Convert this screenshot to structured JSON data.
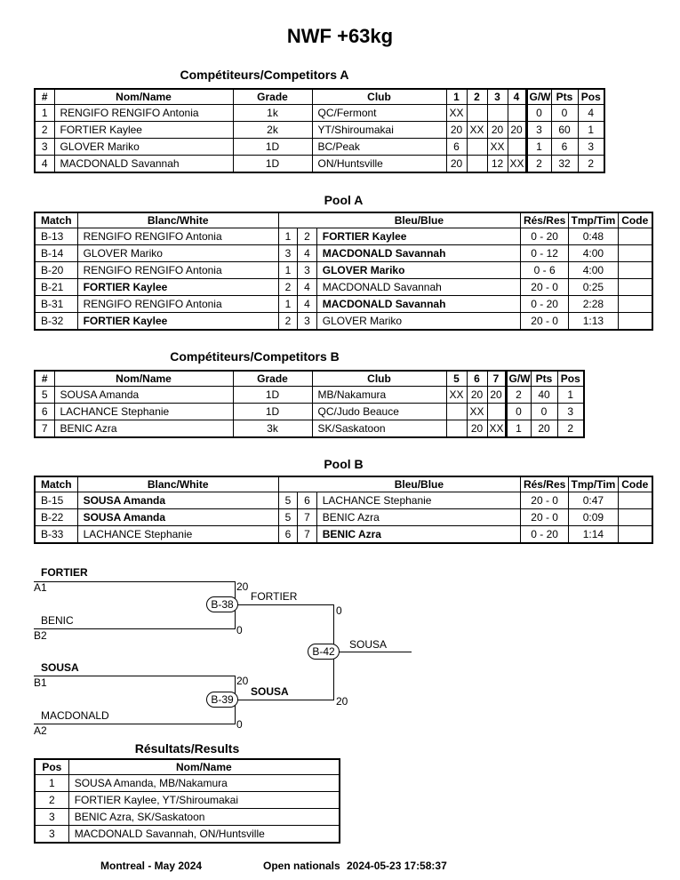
{
  "title": "NWF +63kg",
  "competitors_a": {
    "title": "Compétiteurs/Competitors A",
    "headers": [
      "#",
      "Nom/Name",
      "Grade",
      "Club",
      "1",
      "2",
      "3",
      "4",
      "G/W",
      "Pts",
      "Pos"
    ],
    "rows": [
      [
        "1",
        "RENGIFO RENGIFO Antonia",
        "1k",
        "QC/Fermont",
        "XX",
        "",
        "",
        "",
        "0",
        "0",
        "4"
      ],
      [
        "2",
        "FORTIER Kaylee",
        "2k",
        "YT/Shiroumakai",
        "20",
        "XX",
        "20",
        "20",
        "3",
        "60",
        "1"
      ],
      [
        "3",
        "GLOVER Mariko",
        "1D",
        "BC/Peak",
        "6",
        "",
        "XX",
        "",
        "1",
        "6",
        "3"
      ],
      [
        "4",
        "MACDONALD Savannah",
        "1D",
        "ON/Huntsville",
        "20",
        "",
        "12",
        "XX",
        "2",
        "32",
        "2"
      ]
    ]
  },
  "pool_a": {
    "title": "Pool A",
    "headers": [
      "Match",
      "Blanc/White",
      "Bleu/Blue",
      "Rés/Res",
      "Tmp/Tim",
      "Code"
    ],
    "rows": [
      {
        "match": "B-13",
        "white": "RENGIFO RENGIFO Antonia",
        "w_bold": false,
        "wn": "1",
        "bn": "2",
        "blue": "FORTIER Kaylee",
        "b_bold": true,
        "res": "0 - 20",
        "time": "0:48",
        "code": ""
      },
      {
        "match": "B-14",
        "white": "GLOVER Mariko",
        "w_bold": false,
        "wn": "3",
        "bn": "4",
        "blue": "MACDONALD Savannah",
        "b_bold": true,
        "res": "0 - 12",
        "time": "4:00",
        "code": ""
      },
      {
        "match": "B-20",
        "white": "RENGIFO RENGIFO Antonia",
        "w_bold": false,
        "wn": "1",
        "bn": "3",
        "blue": "GLOVER Mariko",
        "b_bold": true,
        "res": "0 - 6",
        "time": "4:00",
        "code": ""
      },
      {
        "match": "B-21",
        "white": "FORTIER Kaylee",
        "w_bold": true,
        "wn": "2",
        "bn": "4",
        "blue": "MACDONALD Savannah",
        "b_bold": false,
        "res": "20 - 0",
        "time": "0:25",
        "code": ""
      },
      {
        "match": "B-31",
        "white": "RENGIFO RENGIFO Antonia",
        "w_bold": false,
        "wn": "1",
        "bn": "4",
        "blue": "MACDONALD Savannah",
        "b_bold": true,
        "res": "0 - 20",
        "time": "2:28",
        "code": ""
      },
      {
        "match": "B-32",
        "white": "FORTIER Kaylee",
        "w_bold": true,
        "wn": "2",
        "bn": "3",
        "blue": "GLOVER Mariko",
        "b_bold": false,
        "res": "20 - 0",
        "time": "1:13",
        "code": ""
      }
    ]
  },
  "competitors_b": {
    "title": "Compétiteurs/Competitors B",
    "headers": [
      "#",
      "Nom/Name",
      "Grade",
      "Club",
      "5",
      "6",
      "7",
      "G/W",
      "Pts",
      "Pos"
    ],
    "rows": [
      [
        "5",
        "SOUSA Amanda",
        "1D",
        "MB/Nakamura",
        "XX",
        "20",
        "20",
        "2",
        "40",
        "1"
      ],
      [
        "6",
        "LACHANCE Stephanie",
        "1D",
        "QC/Judo Beauce",
        "",
        "XX",
        "",
        "0",
        "0",
        "3"
      ],
      [
        "7",
        "BENIC Azra",
        "3k",
        "SK/Saskatoon",
        "",
        "20",
        "XX",
        "1",
        "20",
        "2"
      ]
    ]
  },
  "pool_b": {
    "title": "Pool B",
    "headers": [
      "Match",
      "Blanc/White",
      "Bleu/Blue",
      "Rés/Res",
      "Tmp/Tim",
      "Code"
    ],
    "rows": [
      {
        "match": "B-15",
        "white": "SOUSA Amanda",
        "w_bold": true,
        "wn": "5",
        "bn": "6",
        "blue": "LACHANCE Stephanie",
        "b_bold": false,
        "res": "20 - 0",
        "time": "0:47",
        "code": ""
      },
      {
        "match": "B-22",
        "white": "SOUSA Amanda",
        "w_bold": true,
        "wn": "5",
        "bn": "7",
        "blue": "BENIC Azra",
        "b_bold": false,
        "res": "20 - 0",
        "time": "0:09",
        "code": ""
      },
      {
        "match": "B-33",
        "white": "LACHANCE Stephanie",
        "w_bold": false,
        "wn": "6",
        "bn": "7",
        "blue": "BENIC Azra",
        "b_bold": true,
        "res": "0 - 20",
        "time": "1:14",
        "code": ""
      }
    ]
  },
  "bracket": {
    "sf1": {
      "top_name": "FORTIER",
      "top_seed": "A1",
      "top_score": "20",
      "bottom_name": "BENIC",
      "bottom_seed": "B2",
      "bottom_score": "0",
      "match": "B-38",
      "winner": "FORTIER"
    },
    "sf2": {
      "top_name": "SOUSA",
      "top_seed": "B1",
      "top_score": "20",
      "bottom_name": "MACDONALD",
      "bottom_seed": "A2",
      "bottom_score": "0",
      "match": "B-39",
      "winner": "SOUSA"
    },
    "final": {
      "match": "B-42",
      "top_score": "0",
      "bottom_score": "20",
      "winner": "SOUSA"
    }
  },
  "results": {
    "title": "Résultats/Results",
    "headers": [
      "Pos",
      "Nom/Name"
    ],
    "rows": [
      [
        "1",
        "SOUSA Amanda, MB/Nakamura"
      ],
      [
        "2",
        "FORTIER Kaylee, YT/Shiroumakai"
      ],
      [
        "3",
        "BENIC Azra, SK/Saskatoon"
      ],
      [
        "3",
        "MACDONALD Savannah, ON/Huntsville"
      ]
    ]
  },
  "footer": {
    "location": "Montreal - May 2024",
    "event": "Open nationals",
    "timestamp": "2024-05-23 17:58:37"
  }
}
